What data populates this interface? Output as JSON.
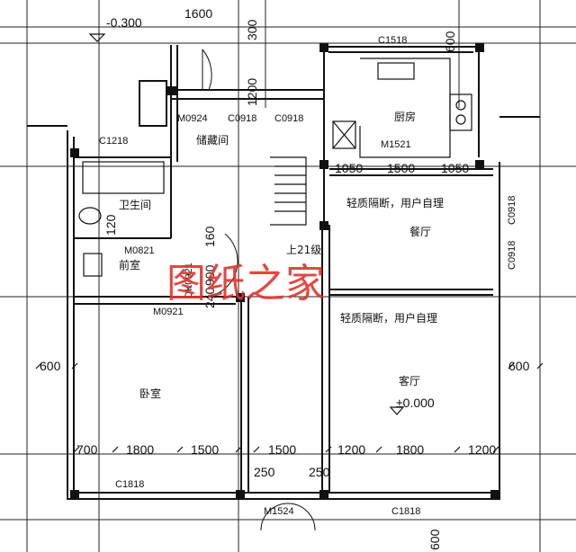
{
  "diagram": {
    "watermark": "图纸之家",
    "elevation_left": "-0.300",
    "elevation_living": "±0.000",
    "rooms": {
      "kitchen": "厨房",
      "storage": "储藏间",
      "bathroom": "卫生间",
      "front_room": "前室",
      "dining": "餐厅",
      "living": "客厅",
      "bedroom": "卧室",
      "stairs": "上21级"
    },
    "partition_notes": [
      "轻质隔断，用户自理",
      "轻质隔断，用户自理"
    ],
    "codes": {
      "C1518": "C1518",
      "M0924": "M0924",
      "C0918_a": "C0918",
      "C0918_b": "C0918",
      "C1218": "C1218",
      "M1521": "M1521",
      "M0821": "M0821",
      "DK0921": "DK0921",
      "M0921": "M0921",
      "C0918_r1": "C0918",
      "C0918_r2": "C0918",
      "C1818_l": "C1818",
      "C1818_r": "C1818",
      "M1524": "M1524"
    },
    "dims": {
      "top_1600": "1600",
      "top_300": "300",
      "top_600": "600",
      "v_1200": "1200",
      "k_1050a": "1050",
      "k_1500": "1500",
      "k_1050b": "1050",
      "v_120": "120",
      "v_160": "160",
      "v_900": "900",
      "v_240": "240",
      "side_600_l": "600",
      "side_600_r": "600",
      "b_700": "700",
      "b_1800a": "1800",
      "b_1500a": "1500",
      "b_1500b": "1500",
      "b_1200a": "1200",
      "b_1800b": "1800",
      "b_1200b": "1200",
      "b_250a": "250",
      "b_250b": "250",
      "br_600": "600"
    }
  }
}
